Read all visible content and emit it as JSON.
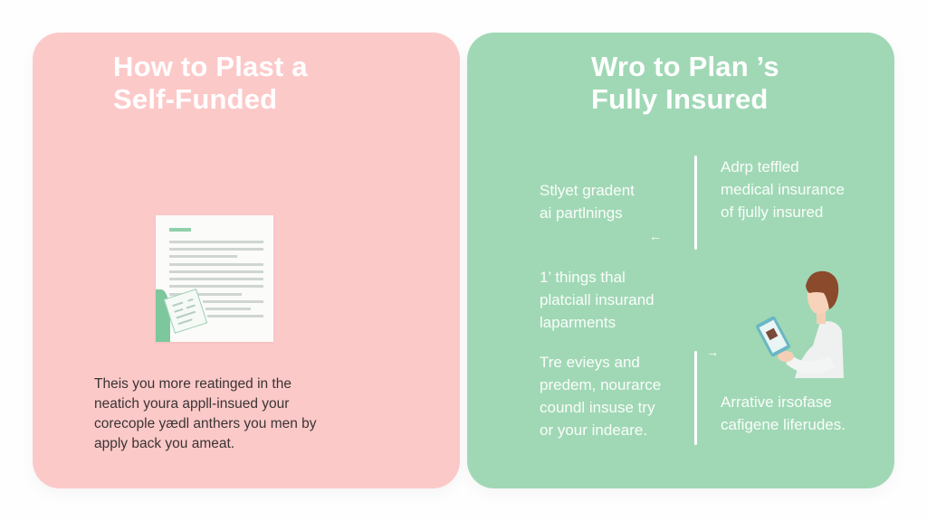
{
  "colors": {
    "background": "#fefefe",
    "left_card": "#fcc9c9",
    "right_card": "#a0d8b5",
    "title_text": "#ffffff",
    "body_text_dark": "#3b3434",
    "accent_green": "#7dc79c"
  },
  "left_panel": {
    "title_lines": [
      "How to Plast a",
      "Self-Funded"
    ],
    "illustration": "document-icon",
    "body_lines": [
      "Theis you more reatinged in the",
      "neatich youra appll-insued your",
      "corecople yædl anthers you men by",
      "apply back you ameat."
    ]
  },
  "right_panel": {
    "title_lines": [
      "Wro to Plan ’s",
      "Fully Insured"
    ],
    "block_top_left": [
      "Stlyet gradent",
      "ai partlnings"
    ],
    "block_top_right": [
      "Adrp teffled",
      "medical insurance",
      "of fjully insured"
    ],
    "block_mid_left": [
      "1’ things thal",
      "platciall insurand",
      "laparments"
    ],
    "block_bottom_left": [
      "Tre eviеys and",
      "predem, nourarce",
      "coundl insuse try",
      "or your indeare."
    ],
    "block_bottom_right": [
      "Arrative irsofase",
      "cafigene liferudes."
    ],
    "arrow_left": "←",
    "arrow_right": "→",
    "illustration": "person-with-phone-icon"
  }
}
